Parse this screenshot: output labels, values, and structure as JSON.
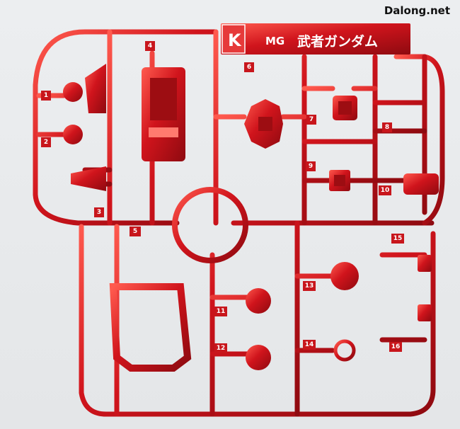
{
  "watermark": "Dalong.net",
  "sprue": {
    "letter": "K",
    "grade": "MG",
    "name": "武者ガンダム",
    "color": "#c8161c"
  },
  "part_numbers": [
    "1",
    "2",
    "3",
    "4",
    "5",
    "6",
    "7",
    "8",
    "9",
    "10",
    "11",
    "12",
    "13",
    "14",
    "15",
    "16"
  ]
}
